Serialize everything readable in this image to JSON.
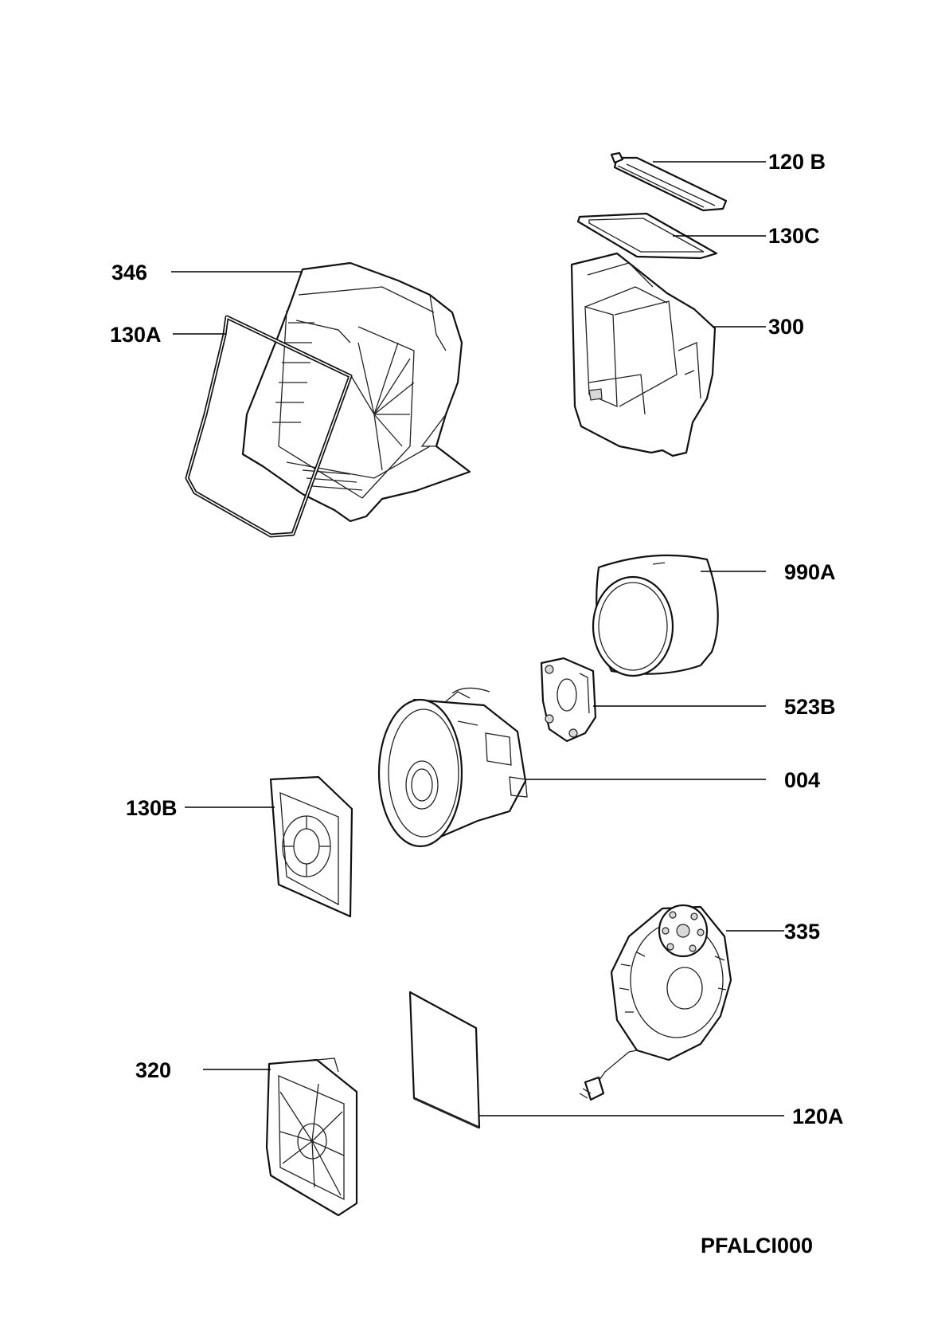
{
  "labels": {
    "l120B": "120 B",
    "l130C": "130C",
    "l346": "346",
    "l130A": "130A",
    "l300": "300",
    "l990A": "990A",
    "l523B": "523B",
    "l004": "004",
    "l130B": "130B",
    "l335": "335",
    "l320": "320",
    "l120A": "120A"
  },
  "drawing_code": "PFALCI000"
}
